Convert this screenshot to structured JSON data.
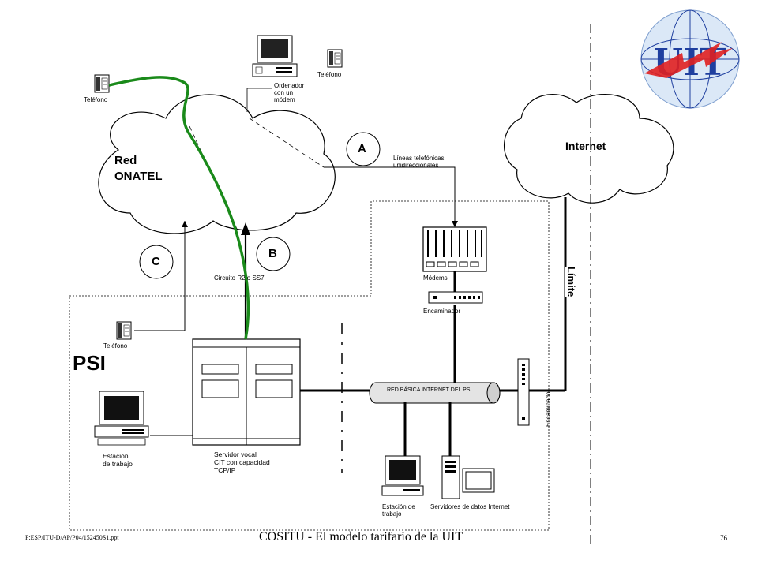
{
  "labels": {
    "telefono_top_left": "Teléfono",
    "telefono_top_right": "Teléfono",
    "ordenador": "Ordenador\ncon un\nmódem",
    "red_onatel": "Red\nONATEL",
    "internet": "Internet",
    "a": "A",
    "b": "B",
    "c": "C",
    "lineas": "Líneas telefónicas\nunidireccionales",
    "modems": "Módems",
    "encaminador_1": "Encaminador",
    "encaminador_2": "Encaminador",
    "circuito": "Circuito R2 o SS7",
    "telefono_psi": "Teléfono",
    "psi": "PSI",
    "limite": "Límite",
    "red_basica": "RED BÁSICA INTERNET DEL PSI",
    "estacion_left": "Estación\nde trabajo",
    "servidor_vocal": "Servidor vocal\nCIT con capacidad\nTCP/IP",
    "estacion_bottom": "Estación de\ntrabajo",
    "servidores_datos": "Servidores de datos Internet"
  },
  "footer": {
    "filename": "P:ESP/ITU-D/AP/P04/152450S1.ppt",
    "title": "COSITU - El modelo tarifario de la UIT",
    "page": "76"
  },
  "logo": {
    "text": "UIT"
  },
  "colors": {
    "green_path": "#1a8a1a",
    "logo_blue": "#1f3f9f",
    "logo_red": "#e02020"
  }
}
